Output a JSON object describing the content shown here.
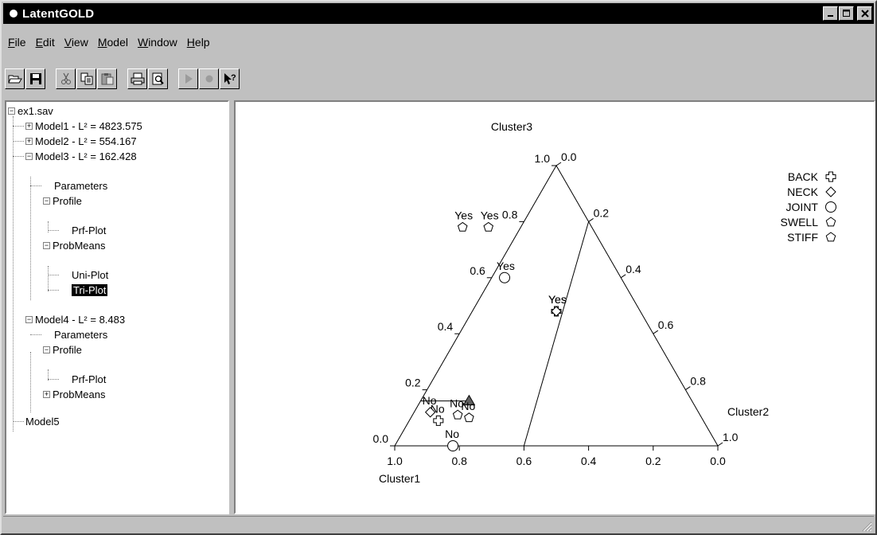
{
  "window": {
    "title": "LatentGOLD"
  },
  "menu": [
    {
      "key": "F",
      "rest": "ile"
    },
    {
      "key": "E",
      "rest": "dit"
    },
    {
      "key": "V",
      "rest": "iew"
    },
    {
      "key": "M",
      "rest": "odel"
    },
    {
      "key": "W",
      "rest": "indow"
    },
    {
      "key": "H",
      "rest": "elp"
    }
  ],
  "toolbar_icons": [
    "open-icon",
    "save-icon",
    "cut-icon",
    "copy-icon",
    "paste-icon",
    "print-icon",
    "print-preview-icon",
    "run-icon",
    "stop-icon",
    "context-help-icon"
  ],
  "tree": {
    "root": "ex1.sav",
    "model1": "Model1 - L² = 4823.575",
    "model2": "Model2 - L² = 554.167",
    "model3": "Model3 - L² = 162.428",
    "m3_parameters": "Parameters",
    "m3_profile": "Profile",
    "m3_prfplot": "Prf-Plot",
    "m3_probmeans": "ProbMeans",
    "m3_uniplot": "Uni-Plot",
    "m3_triplot": "Tri-Plot",
    "model4": "Model4 - L² = 8.483",
    "m4_parameters": "Parameters",
    "m4_profile": "Profile",
    "m4_prfplot": "Prf-Plot",
    "m4_probmeans": "ProbMeans",
    "model5": "Model5"
  },
  "chart_data": {
    "type": "scatter",
    "chart_kind": "ternary",
    "vertices": {
      "top": "Cluster3",
      "right": "Cluster2",
      "left": "Cluster1"
    },
    "ticks": {
      "left_edge": [
        "0.0",
        "0.2",
        "0.4",
        "0.6",
        "0.8",
        "1.0"
      ],
      "right_edge": [
        "0.0",
        "0.2",
        "0.4",
        "0.6",
        "0.8",
        "1.0"
      ],
      "bottom_edge": [
        "1.0",
        "0.8",
        "0.6",
        "0.4",
        "0.2",
        "0.0"
      ]
    },
    "legend": [
      {
        "name": "BACK",
        "marker": "cross"
      },
      {
        "name": "NECK",
        "marker": "diamond"
      },
      {
        "name": "JOINT",
        "marker": "circle"
      },
      {
        "name": "SWELL",
        "marker": "pentagon"
      },
      {
        "name": "STIFF",
        "marker": "pentagon"
      }
    ],
    "points": [
      {
        "series": "BACK",
        "label": "Yes",
        "c1": 0.26,
        "c3": 0.48
      },
      {
        "series": "BACK",
        "label": "No",
        "c1": 0.82,
        "c3": 0.09
      },
      {
        "series": "NECK",
        "label": "Yes",
        "c1": 0.26,
        "c3": 0.48
      },
      {
        "series": "NECK",
        "label": "No",
        "c1": 0.83,
        "c3": 0.12
      },
      {
        "series": "JOINT",
        "label": "Yes",
        "c1": 0.36,
        "c3": 0.6
      },
      {
        "series": "JOINT",
        "label": "No",
        "c1": 0.82,
        "c3": 0.0
      },
      {
        "series": "SWELL",
        "label": "Yes",
        "c1": 0.32,
        "c3": 0.78
      },
      {
        "series": "SWELL",
        "label": "No",
        "c1": 0.75,
        "c3": 0.11
      },
      {
        "series": "STIFF",
        "label": "Yes",
        "c1": 0.4,
        "c3": 0.78
      },
      {
        "series": "STIFF",
        "label": "No",
        "c1": 0.72,
        "c3": 0.1
      }
    ],
    "reference_lines": [
      {
        "from": {
          "c1": 0.6,
          "c3": 0.0
        },
        "to": {
          "c1": 0.0,
          "c3": 0.8
        }
      },
      {
        "from": {
          "c1": 0.84,
          "c3": 0.16
        },
        "to": {
          "c1": 0.69,
          "c3": 0.16
        }
      }
    ],
    "highlight": {
      "marker": "triangle",
      "c1": 0.69,
      "c3": 0.16
    }
  }
}
